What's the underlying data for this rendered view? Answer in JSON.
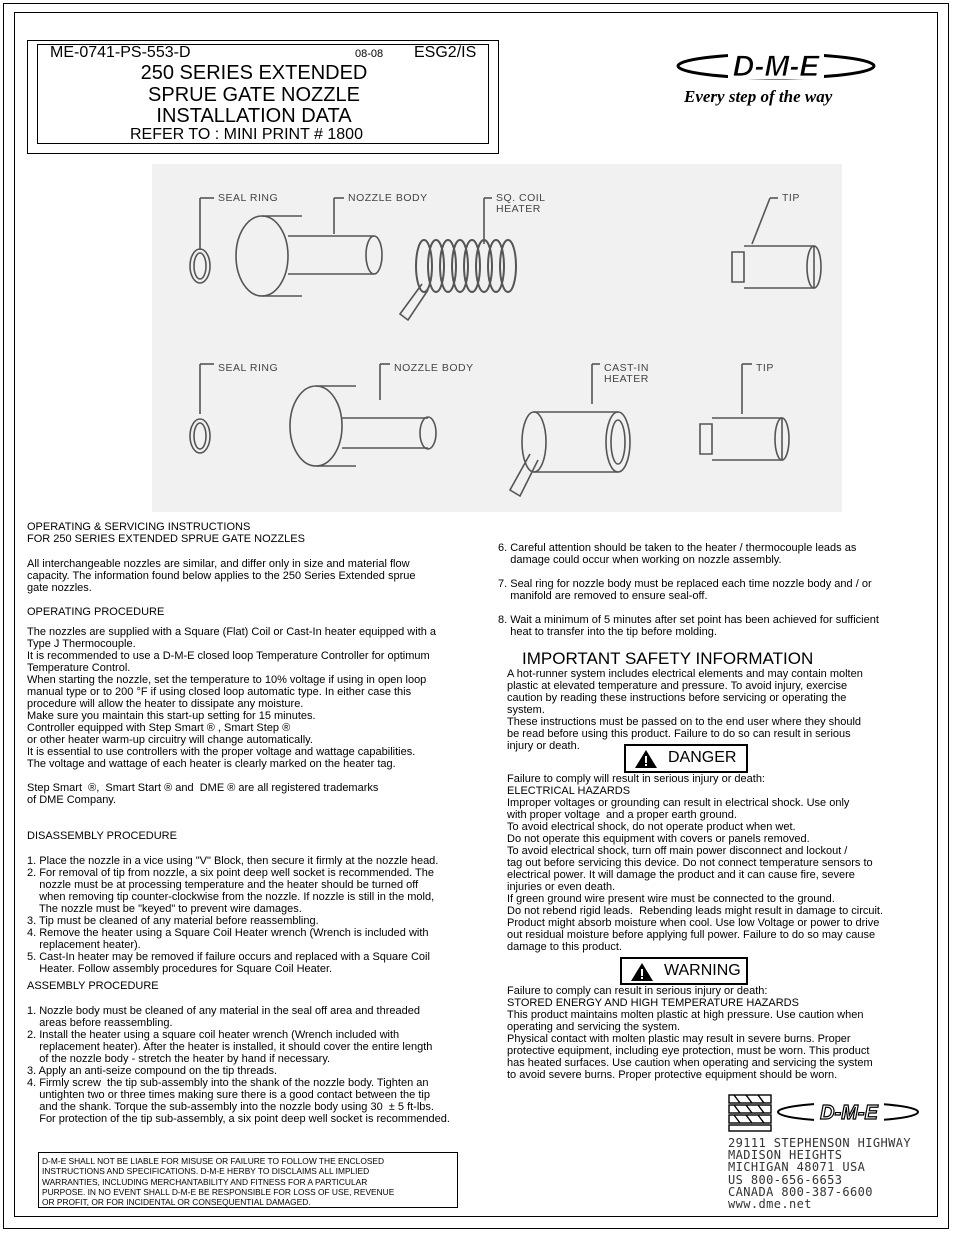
{
  "header": {
    "doc_code": "ME-0741-PS-553-D",
    "date": "08-08",
    "esg": "ESG2/IS",
    "title_lines": [
      "250 SERIES EXTENDED",
      "SPRUE GATE NOZZLE",
      "INSTALLATION DATA"
    ],
    "refer": "REFER TO : MINI PRINT # 1800",
    "logo_text": "D-M-E",
    "slogan": "Every step of the way"
  },
  "figure": {
    "top_labels": [
      "SEAL RING",
      "NOZZLE BODY",
      "SQ. COIL",
      "HEATER",
      "TIP"
    ],
    "bottom_labels": [
      "SEAL RING",
      "NOZZLE BODY",
      "CAST-IN",
      "HEATER",
      "TIP"
    ]
  },
  "left": {
    "intro_heading": "OPERATING & SERVICING INSTRUCTIONS\nFOR 250 SERIES EXTENDED SPRUE GATE NOZZLES",
    "intro_body": "All interchangeable nozzles are similar, and differ only in size and material flow\ncapacity. The information found below applies to the 250 Series Extended sprue\ngate nozzles.",
    "operating_heading": "OPERATING PROCEDURE",
    "operating_body": "The nozzles are supplied with a Square (Flat) Coil or Cast-In heater equipped with a\nType J Thermocouple.\nIt is recommended to use a D-M-E closed loop Temperature Controller for optimum\nTemperature Control.\nWhen starting the nozzle, set the temperature to 10% voltage if using in open loop\nmanual type or to 200 °F if using closed loop automatic type. In either case this\nprocedure will allow the heater to dissipate any moisture.\nMake sure you maintain this start-up setting for 15 minutes.\nController equipped with Step Smart ® , Smart Step ®\nor other heater warm-up circuitry will change automatically.\nIt is essential to use controllers with the proper voltage and wattage capabilities.\nThe voltage and wattage of each heater is clearly marked on the heater tag.",
    "trademarks": "Step Smart  ®,  Smart Start ® and  DME ® are all registered trademarks\nof DME Company.",
    "disassembly_heading": "DISASSEMBLY PROCEDURE",
    "disassembly_body": "1. Place the nozzle in a vice using \"V\" Block, then secure it firmly at the nozzle head.\n2. For removal of tip from nozzle, a six point deep well socket is recommended. The\n    nozzle must be at processing temperature and the heater should be turned off\n    when removing tip counter-clockwise from the nozzle. If nozzle is still in the mold,\n    The nozzle must be \"keyed\" to prevent wire damages.\n3. Tip must be cleaned of any material before reassembling.\n4. Remove the heater using a Square Coil Heater wrench (Wrench is included with\n    replacement heater).\n5. Cast-In heater may be removed if failure occurs and replaced with a Square Coil\n    Heater. Follow assembly procedures for Square Coil Heater.",
    "assembly_heading": "ASSEMBLY PROCEDURE",
    "assembly_body": "1. Nozzle body must be cleaned of any material in the seal off area and threaded\n    areas before reassembling.\n2. Install the heater using a square coil heater wrench (Wrench included with\n    replacement heater). After the heater is installed, it should cover the entire length\n    of the nozzle body - stretch the heater by hand if necessary.\n3. Apply an anti-seize compound on the tip threads.\n4. Firmly screw  the tip sub-assembly into the shank of the nozzle body. Tighten an\n    untighten two or three times making sure there is a good contact between the tip\n    and the shank. Torque the sub-assembly into the nozzle body using 30  ± 5 ft-lbs.\n    For protection of the tip sub-assembly, a six point deep well socket is recommended.",
    "disclaimer": "D-M-E SHALL NOT BE LIABLE FOR MISUSE OR FAILURE TO FOLLOW THE ENCLOSED\nINSTRUCTIONS AND SPECIFICATIONS. D-M-E HERBY TO DISCLAIMS ALL IMPLIED\nWARRANTIES, INCLUDING MERCHANTABILITY AND FITNESS FOR A PARTICULAR\nPURPOSE. IN NO EVENT SHALL D-M-E BE RESPONSIBLE FOR LOSS OF USE, REVENUE\nOR PROFIT, OR FOR INCIDENTAL OR CONSEQUENTIAL DAMAGED."
  },
  "right": {
    "steps_6_8": "6. Careful attention should be taken to the heater / thermocouple leads as\n    damage could occur when working on nozzle assembly.\n\n7. Seal ring for nozzle body must be replaced each time nozzle body and / or\n    manifold are removed to ensure seal-off.\n\n8. Wait a minimum of 5 minutes after set point has been achieved for sufficient\n    heat to transfer into the tip before molding.",
    "safety_heading": "IMPORTANT SAFETY INFORMATION",
    "safety_body": "A hot-runner system includes electrical elements and may contain molten\nplastic at elevated temperature and pressure. To avoid injury, exercise\ncaution by reading these instructions before servicing or operating the\nsystem.\nThese instructions must be passed on to the end user where they should\nbe read before using this product. Failure to do so can result in serious\ninjury or death.",
    "danger_label": "DANGER",
    "danger_body": "Failure to comply will result in serious injury or death:\nELECTRICAL HAZARDS\nImproper voltages or grounding can result in electrical shock. Use only\nwith proper voltage  and a proper earth ground.\nTo avoid electrical shock, do not operate product when wet.\nDo not operate this equipment with covers or panels removed.\nTo avoid electrical shock, turn off main power disconnect and lockout /\ntag out before servicing this device. Do not connect temperature sensors to\nelectrical power. It will damage the product and it can cause fire, severe\ninjuries or even death.\nIf green ground wire present wire must be connected to the ground.\nDo not rebend rigid leads.  Rebending leads might result in damage to circuit.\nProduct might absorb moisture when cool. Use low Voltage or power to drive\nout residual moisture before applying full power. Failure to do so may cause\ndamage to this product.",
    "warning_label": "WARNING",
    "warning_body": "Failure to comply can result in serious injury or death:\nSTORED ENERGY AND HIGH TEMPERATURE HAZARDS\nThis product maintains molten plastic at high pressure. Use caution when\noperating and servicing the system.\nPhysical contact with molten plastic may result in severe burns. Proper\nprotective equipment, including eye protection, must be worn. This product\nhas heated surfaces. Use caution when operating and servicing the system\nto avoid severe burns. Proper protective equipment should be worn.",
    "address": "29111 STEPHENSON HIGHWAY\nMADISON HEIGHTS\nMICHIGAN 48071 USA\nUS 800-656-6653\nCANADA 800-387-6600\nwww.dme.net",
    "footer_logo_text": "D-M-E"
  },
  "colors": {
    "ink": "#000000",
    "figure_bg": "#f1f1f1",
    "line_art": "#555555"
  },
  "icons": [
    "warning-triangle-icon",
    "dme-logo",
    "dme-mark-icon"
  ]
}
